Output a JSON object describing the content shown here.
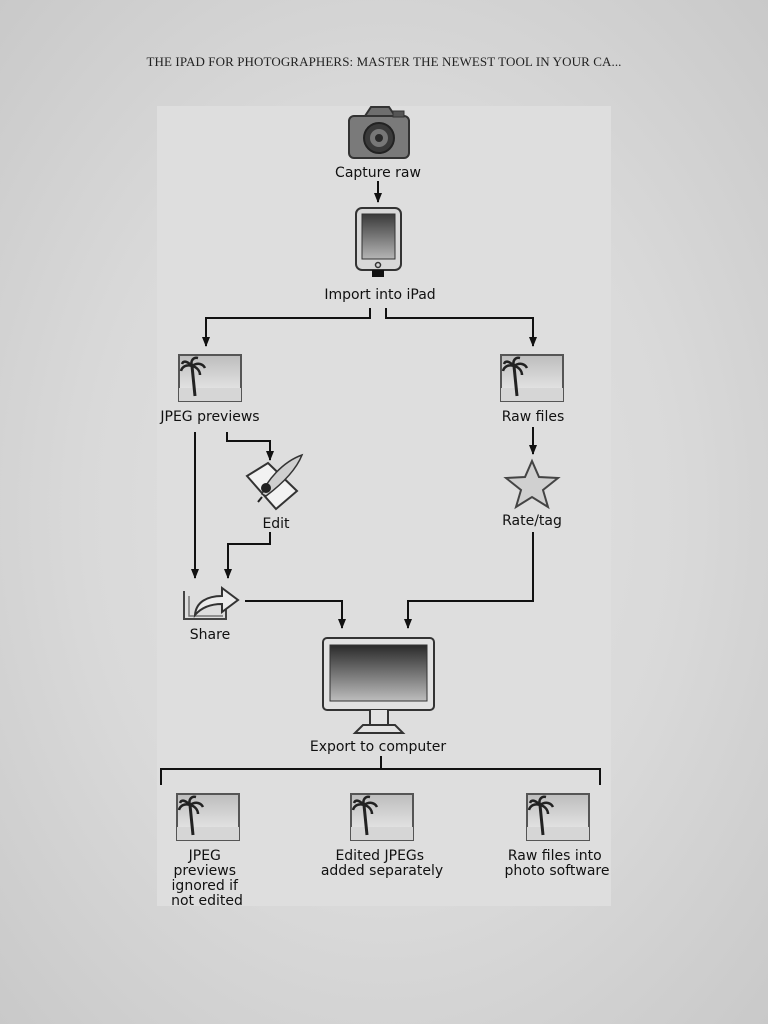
{
  "header": {
    "book_title": "THE IPAD FOR PHOTOGRAPHERS: MASTER THE NEWEST TOOL IN YOUR CA..."
  },
  "diagram": {
    "nodes": {
      "capture": {
        "label": "Capture raw",
        "icon": "camera-icon"
      },
      "import": {
        "label": "Import into iPad",
        "icon": "ipad-icon"
      },
      "jpeg": {
        "label": "JPEG previews",
        "icon": "photo-icon"
      },
      "raw": {
        "label": "Raw files",
        "icon": "photo-icon"
      },
      "edit": {
        "label": "Edit",
        "icon": "quill-edit-icon"
      },
      "rate": {
        "label": "Rate/tag",
        "icon": "star-icon"
      },
      "share": {
        "label": "Share",
        "icon": "share-icon"
      },
      "export": {
        "label": "Export to computer",
        "icon": "monitor-icon"
      },
      "out1": {
        "label_lines": [
          "JPEG",
          "previews",
          "ignored if",
          "not edited"
        ],
        "icon": "photo-icon"
      },
      "out2": {
        "label_lines": [
          "Edited JPEGs",
          "added separately"
        ],
        "icon": "photo-icon"
      },
      "out3": {
        "label_lines": [
          "Raw files into",
          "photo software"
        ],
        "icon": "photo-icon"
      }
    }
  }
}
